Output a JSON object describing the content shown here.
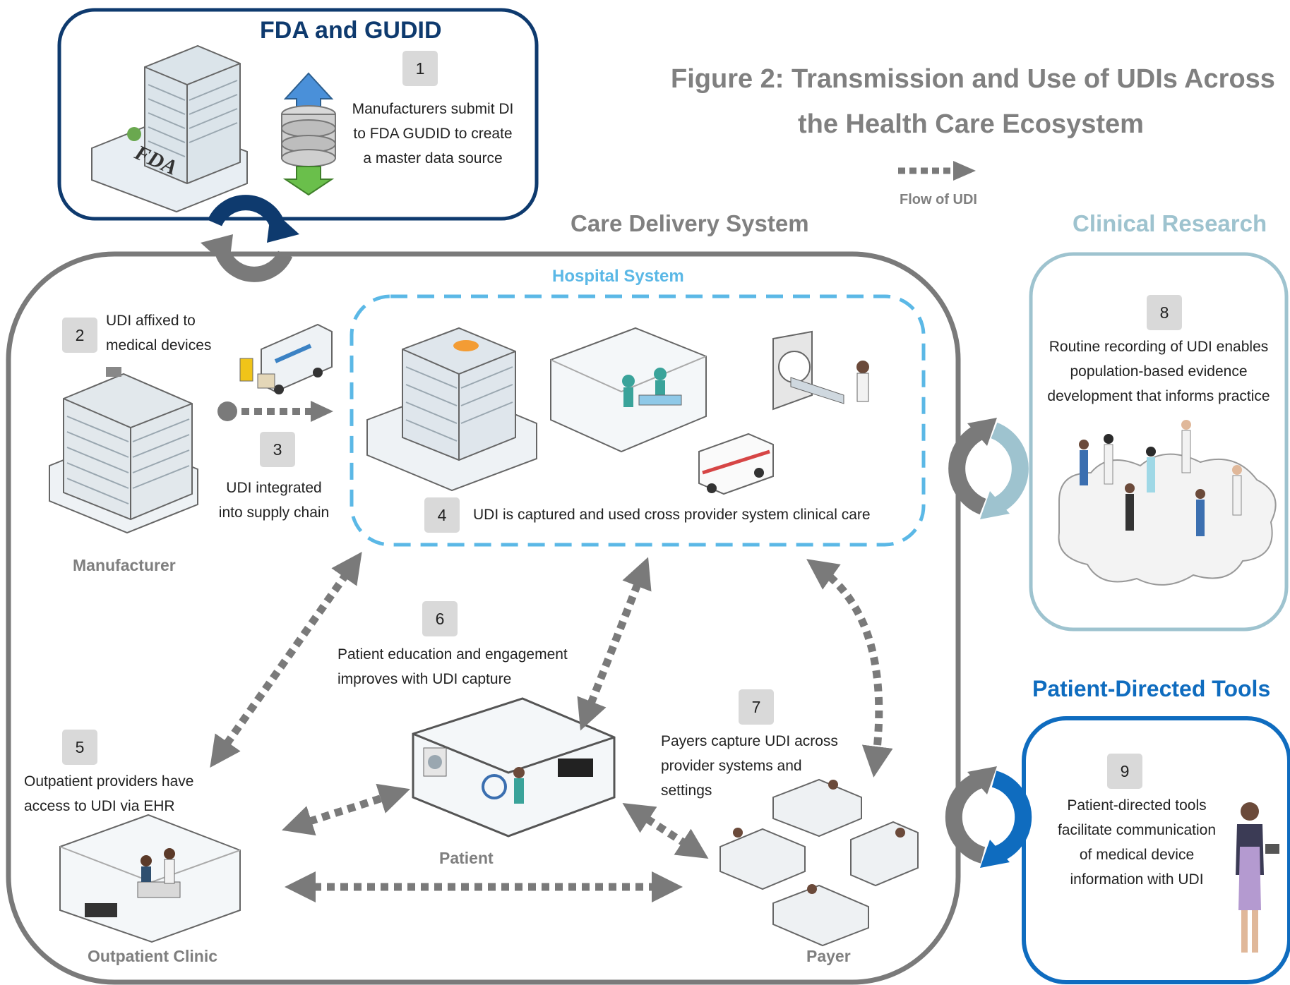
{
  "figure": {
    "title_line1": "Figure 2: Transmission and Use of UDIs Across",
    "title_line2": "the Health Care Ecosystem",
    "legend_label": "Flow of UDI"
  },
  "fda": {
    "title": "FDA and GUDID",
    "step": "1",
    "desc": [
      "Manufacturers submit DI",
      "to FDA GUDID to create",
      "a master data source"
    ],
    "logo": "FDA"
  },
  "care_delivery": {
    "title": "Care Delivery System",
    "hospital_title": "Hospital System"
  },
  "manufacturer": {
    "label": "Manufacturer",
    "step2": "2",
    "step2_desc": [
      "UDI affixed to",
      "medical devices"
    ],
    "step3": "3",
    "step3_desc": [
      "UDI integrated",
      "into supply chain"
    ]
  },
  "hospital": {
    "step": "4",
    "desc": "UDI is captured and used cross provider system clinical care"
  },
  "outpatient": {
    "step": "5",
    "desc": [
      "Outpatient providers have",
      "access to UDI via EHR"
    ],
    "label": "Outpatient Clinic"
  },
  "patient": {
    "step": "6",
    "desc": [
      "Patient education and engagement",
      "improves with UDI capture"
    ],
    "label": "Patient"
  },
  "payer": {
    "step": "7",
    "desc": [
      "Payers capture UDI across",
      "provider systems and",
      "settings"
    ],
    "label": "Payer"
  },
  "research": {
    "title": "Clinical Research",
    "step": "8",
    "desc": [
      "Routine recording of UDI enables",
      "population-based evidence",
      "development that informs practice"
    ]
  },
  "tools": {
    "title": "Patient-Directed Tools",
    "step": "9",
    "desc": [
      "Patient-directed tools",
      "facilitate communication",
      "of medical device",
      "information with UDI"
    ]
  },
  "colors": {
    "navy": "#0e3a6e",
    "gray": "#7a7a7a",
    "light_blue": "#5bb8e6",
    "research_blue": "#9ec3cf",
    "tools_blue": "#0f6cbf"
  }
}
